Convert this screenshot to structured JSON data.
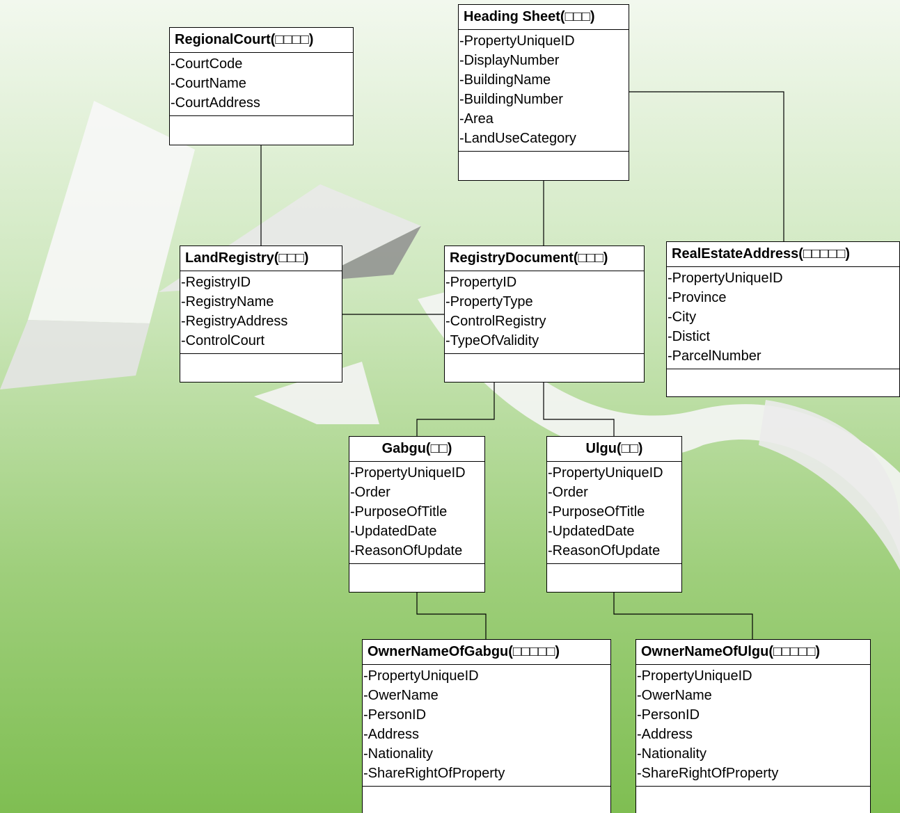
{
  "classes": {
    "regional_court": {
      "title": "RegionalCourt(□□□□)",
      "attributes": [
        "-CourtCode",
        "-CourtName",
        "-CourtAddress"
      ]
    },
    "heading_sheet": {
      "title": "Heading Sheet(□□□)",
      "attributes": [
        "-PropertyUniqueID",
        "-DisplayNumber",
        "-BuildingName",
        "-BuildingNumber",
        "-Area",
        "-LandUseCategory"
      ]
    },
    "land_registry": {
      "title": "LandRegistry(□□□)",
      "attributes": [
        "-RegistryID",
        "-RegistryName",
        "-RegistryAddress",
        "-ControlCourt"
      ]
    },
    "registry_document": {
      "title": "RegistryDocument(□□□)",
      "attributes": [
        "-PropertyID",
        "-PropertyType",
        "-ControlRegistry",
        "-TypeOfValidity"
      ]
    },
    "real_estate_address": {
      "title": "RealEstateAddress(□□□□□)",
      "attributes": [
        "-PropertyUniqueID",
        "-Province",
        "-City",
        "-Distict",
        "-ParcelNumber"
      ]
    },
    "gabgu": {
      "title": "Gabgu(□□)",
      "attributes": [
        "-PropertyUniqueID",
        "-Order",
        "-PurposeOfTitle",
        "-UpdatedDate",
        "-ReasonOfUpdate"
      ]
    },
    "ulgu": {
      "title": "Ulgu(□□)",
      "attributes": [
        "-PropertyUniqueID",
        "-Order",
        "-PurposeOfTitle",
        "-UpdatedDate",
        "-ReasonOfUpdate"
      ]
    },
    "owner_gabgu": {
      "title": "OwnerNameOfGabgu(□□□□□)",
      "attributes": [
        "-PropertyUniqueID",
        "-OwerName",
        "-PersonID",
        "-Address",
        "-Nationality",
        "-ShareRightOfProperty"
      ]
    },
    "owner_ulgu": {
      "title": "OwnerNameOfUlgu(□□□□□)",
      "attributes": [
        "-PropertyUniqueID",
        "-OwerName",
        "-PersonID",
        "-Address",
        "-Nationality",
        "-ShareRightOfProperty"
      ]
    }
  },
  "colors": {
    "box_fill": "#ffffff",
    "box_border": "#000000",
    "background_top": "#f2f8ee",
    "background_bottom": "#7fbe52"
  }
}
